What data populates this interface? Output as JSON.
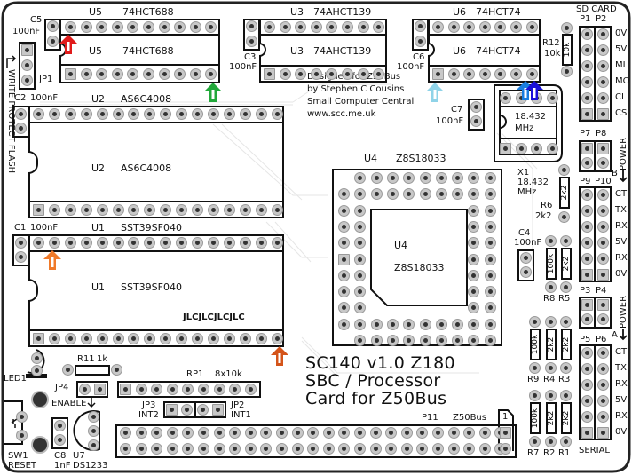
{
  "board": {
    "title_lines": [
      "SC140 v1.0 Z180",
      "SBC / Processor",
      "Card for Z50Bus"
    ],
    "credits": [
      "Designed for Z50Bus",
      "by Stephen C Cousins",
      "Small Computer Central",
      "www.scc.me.uk"
    ],
    "fab_mark": "JLCJLCJLCJLC"
  },
  "chips": {
    "u5": {
      "ref": "U5",
      "part": "74HCT688"
    },
    "u3": {
      "ref": "U3",
      "part": "74AHCT139"
    },
    "u6": {
      "ref": "U6",
      "part": "74HCT74"
    },
    "u2": {
      "ref": "U2",
      "part": "AS6C4008"
    },
    "u1": {
      "ref": "U1",
      "part": "SST39SF040"
    },
    "u4": {
      "ref": "U4",
      "part": "Z8S18033"
    },
    "u7": {
      "ref": "U7",
      "part": "DS1233"
    },
    "x1": {
      "ref": "X1",
      "value": "18.432",
      "unit": "MHz"
    }
  },
  "caps": {
    "c1": {
      "ref": "C1",
      "value": "100nF"
    },
    "c2": {
      "ref": "C2",
      "value": "100nF"
    },
    "c3": {
      "ref": "C3",
      "value": "100nF"
    },
    "c4": {
      "ref": "C4",
      "value": "100nF"
    },
    "c5": {
      "ref": "C5",
      "value": "100nF"
    },
    "c6": {
      "ref": "C6",
      "value": "100nF"
    },
    "c7": {
      "ref": "C7",
      "value": "100nF"
    },
    "c8": {
      "ref": "C8",
      "value": "1nF"
    }
  },
  "resistors": {
    "r1": {
      "ref": "R1",
      "value": "2k2"
    },
    "r2": {
      "ref": "R2",
      "value": "2k2"
    },
    "r3": {
      "ref": "R3",
      "value": "2k2"
    },
    "r4": {
      "ref": "R4",
      "value": "2k2"
    },
    "r5": {
      "ref": "R5",
      "value": "2k2"
    },
    "r6": {
      "ref": "R6",
      "value": "2k2"
    },
    "r7": {
      "ref": "R7",
      "value": "100k"
    },
    "r8": {
      "ref": "R8",
      "value": "100k"
    },
    "r9": {
      "ref": "R9",
      "value": "100k"
    },
    "r11": {
      "ref": "R11",
      "value": "1k"
    },
    "r12": {
      "ref": "R12",
      "value": "10k"
    },
    "rp1": {
      "ref": "RP1",
      "value": "8x10k"
    }
  },
  "jumpers": {
    "jp1": {
      "ref": "JP1",
      "label": "WRITE PROTECT FLASH"
    },
    "jp2": {
      "ref": "JP2",
      "label": "INT1"
    },
    "jp3": {
      "ref": "JP3",
      "label": "INT2"
    },
    "jp4": {
      "ref": "JP4",
      "label": "ENABLE"
    }
  },
  "misc": {
    "led1": "LED1",
    "sw1": {
      "ref": "SW1",
      "label": "RESET"
    },
    "p11": {
      "ref": "P11",
      "label": "Z50Bus",
      "pin1": "1"
    }
  },
  "headers": {
    "sd_card": {
      "title": "SD CARD",
      "refs": [
        "P1",
        "P2"
      ],
      "pins": [
        "0V",
        "5V",
        "MI",
        "MO",
        "CL",
        "CS"
      ]
    },
    "power_b": {
      "refs": [
        "P7",
        "P8"
      ],
      "label": "POWER",
      "side": "B"
    },
    "serial_b": {
      "refs": [
        "P9",
        "P10"
      ],
      "pins": [
        "CT",
        "TX",
        "RX",
        "5V",
        "RX",
        "0V"
      ]
    },
    "power_a": {
      "refs": [
        "P3",
        "P4"
      ],
      "label": "POWER",
      "side": "A"
    },
    "serial_a": {
      "refs": [
        "P5",
        "P6"
      ],
      "pins": [
        "CT",
        "TX",
        "RX",
        "5V",
        "RX",
        "0V"
      ],
      "title": "SERIAL"
    }
  },
  "markers": [
    {
      "name": "red-arrow",
      "color": "#e01b1b"
    },
    {
      "name": "green-arrow",
      "color": "#22a83a"
    },
    {
      "name": "light-blue-arrow",
      "color": "#8fd3e8"
    },
    {
      "name": "blue-arrow",
      "color": "#1a7ee0"
    },
    {
      "name": "dark-blue-arrow",
      "color": "#1a10d8"
    },
    {
      "name": "orange-arrow-u1-pin",
      "color": "#f07a2a"
    },
    {
      "name": "dark-orange-arrow-u1-end",
      "color": "#d4541a"
    }
  ]
}
